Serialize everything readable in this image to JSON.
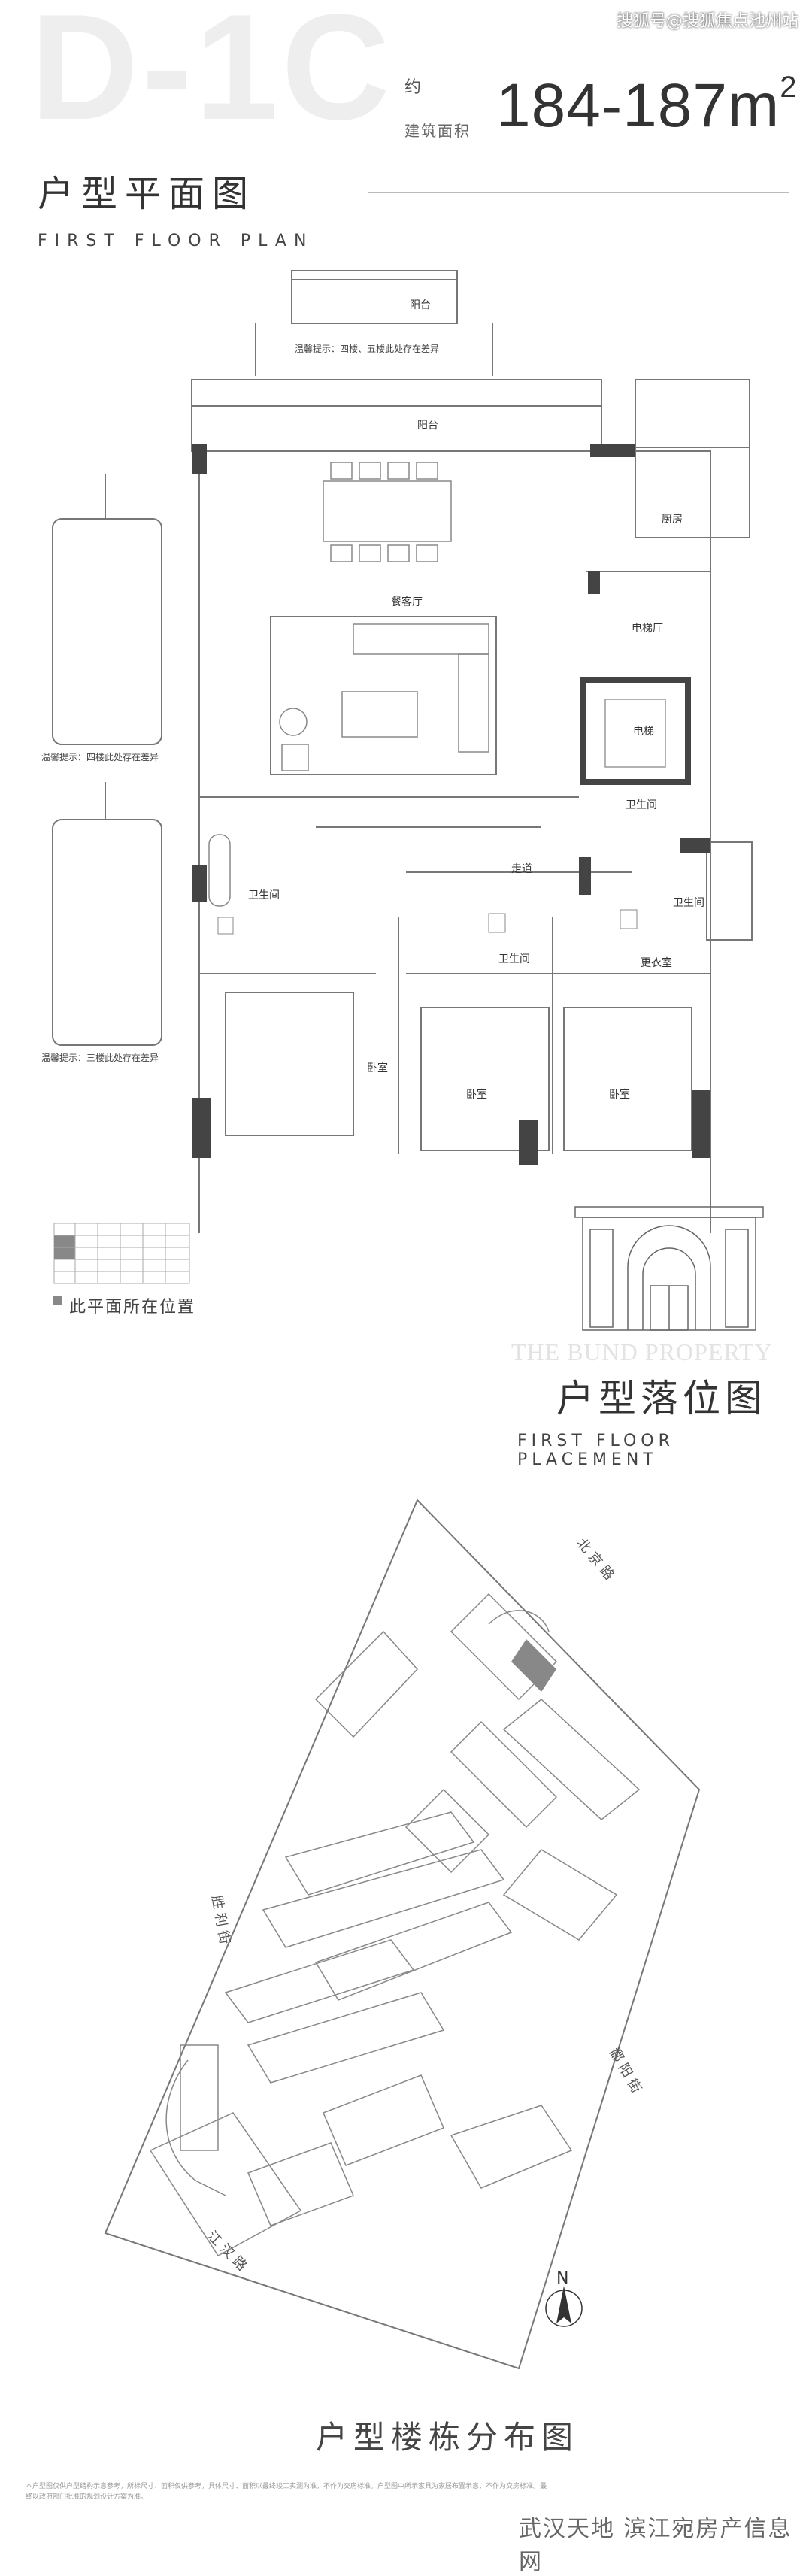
{
  "header": {
    "watermark": "搜狐号@搜狐焦点池州站",
    "unit_code": "D-1C",
    "area_prefix": "约",
    "area_label": "建筑面积",
    "area_value": "184-187m",
    "area_sup": "2",
    "title_cn": "户型平面图",
    "title_en": "FIRST FLOOR PLAN"
  },
  "floor_plan": {
    "rooms": {
      "balcony_top": "阳台",
      "balcony_note": "温馨提示：四楼、五楼此处存在差异",
      "balcony_main": "阳台",
      "kitchen": "厨房",
      "dining_living": "餐客厅",
      "elevator_hall": "电梯厅",
      "elevator": "电梯",
      "bath_right_upper": "卫生间",
      "corridor": "走道",
      "bath_left": "卫生间",
      "bath_right": "卫生间",
      "bath_center": "卫生间",
      "cloakroom": "更衣室",
      "bedroom_left": "卧室",
      "bedroom_center": "卧室",
      "bedroom_right": "卧室"
    },
    "notes": {
      "note_4f": "温馨提示：四楼此处存在差异",
      "note_3f": "温馨提示：三楼此处存在差异"
    }
  },
  "legend": {
    "text": "此平面所在位置"
  },
  "placement": {
    "watermark_en": "THE BUND PROPERTY",
    "title_cn": "户型落位图",
    "title_en": "FIRST FLOOR PLACEMENT"
  },
  "site_map": {
    "streets": {
      "north": "北 京 路",
      "west": "胜 利 街",
      "east": "鄱 阳 街",
      "south": "江 汉 路"
    },
    "compass": "N",
    "title_cn": "户型楼栋分布图"
  },
  "footer": {
    "disclaimer": "本户型图仅供户型结构示意参考，所标尺寸、面积仅供参考，具体尺寸、面积以最终竣工实测为准，不作为交房标准。户型图中所示家具为家居布置示意，不作为交房标准。最终以政府部门批准的规划设计方案为准。",
    "brand": "武汉天地 滨江宛房产信息网"
  },
  "colors": {
    "wall": "#555555",
    "wall_dark": "#444444",
    "light_line": "#999999",
    "highlight": "#888888"
  }
}
